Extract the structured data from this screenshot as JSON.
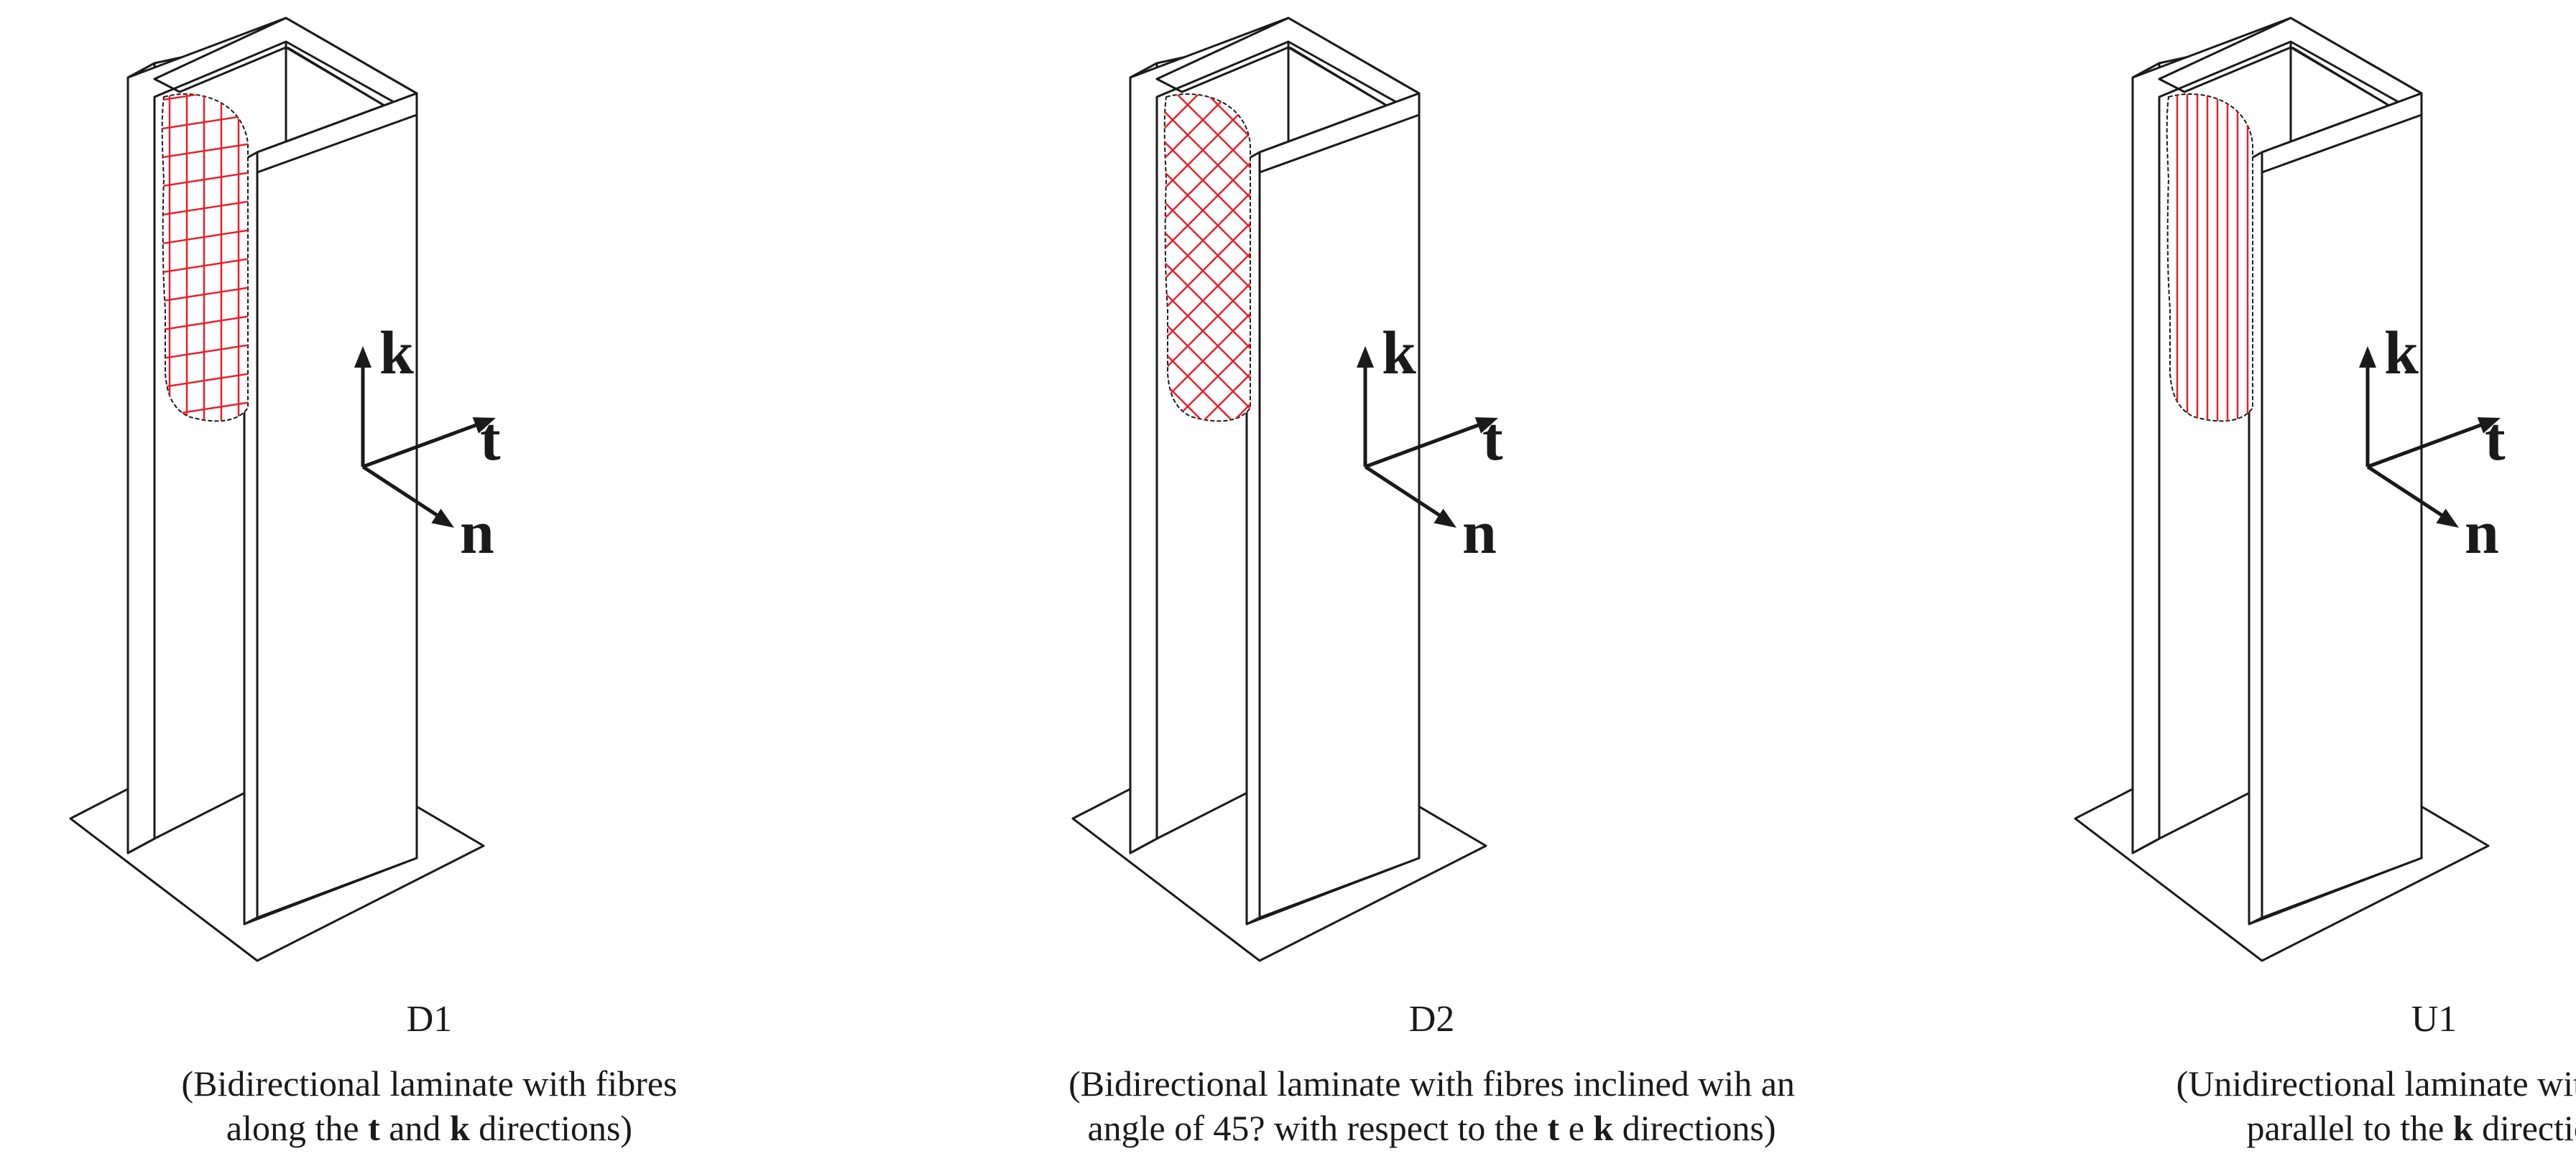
{
  "figure": {
    "panels": [
      {
        "id": "D1",
        "title": "D1",
        "pattern": "grid",
        "caption_line1": "(Bidirectional laminate with fibres",
        "caption_line2_parts": [
          "along the ",
          "t",
          " and ",
          "k",
          " directions)"
        ],
        "axes": {
          "k": "k",
          "t": "t",
          "n": "n"
        }
      },
      {
        "id": "D2",
        "title": "D2",
        "pattern": "diagonal-45",
        "caption_line1": "(Bidirectional laminate with fibres inclined wih an",
        "caption_line2_parts": [
          "angle of 45? with respect to the ",
          "t",
          " e ",
          "k",
          " directions)"
        ],
        "axes": {
          "k": "k",
          "t": "t",
          "n": "n"
        }
      },
      {
        "id": "U1",
        "title": "U1",
        "pattern": "vertical",
        "caption_line1": "(Unidirectional laminate with fibers",
        "caption_line2_parts": [
          "parallel to  the ",
          "k",
          " direction)"
        ],
        "axes": {
          "k": "k",
          "t": "t",
          "n": "n"
        }
      }
    ],
    "colors": {
      "fibre": "#e8202a",
      "line": "#1a1a1a",
      "background": "#ffffff"
    }
  }
}
